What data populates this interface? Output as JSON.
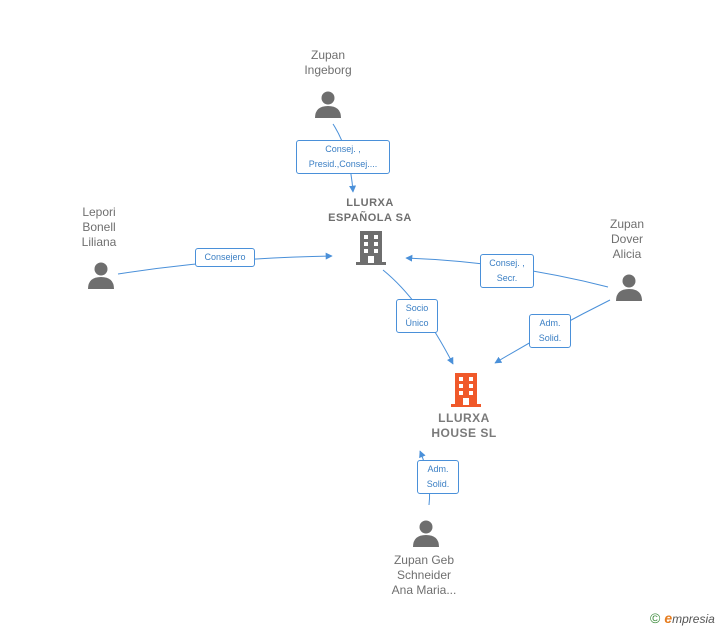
{
  "nodes": {
    "zupan_ingeborg": {
      "lines": [
        "Zupan",
        "Ingeborg"
      ]
    },
    "lepori": {
      "lines": [
        "Lepori",
        "Bonell",
        "Liliana"
      ]
    },
    "zupan_dover": {
      "lines": [
        "Zupan",
        "Dover",
        "Alicia"
      ]
    },
    "zupan_geb": {
      "lines": [
        "Zupan Geb",
        "Schneider",
        "Ana Maria..."
      ]
    },
    "llurxa_espanola": {
      "lines": [
        "LLURXA",
        "ESPAÑOLA SA"
      ]
    },
    "llurxa_house": {
      "lines": [
        "LLURXA",
        "HOUSE SL"
      ]
    }
  },
  "edges": {
    "ingeborg_espanola": {
      "lines": [
        "Consej. ,",
        "Presid.,Consej...."
      ]
    },
    "lepori_espanola": {
      "lines": [
        "Consejero"
      ]
    },
    "dover_espanola": {
      "lines": [
        "Consej. ,",
        "Secr."
      ]
    },
    "espanola_house": {
      "lines": [
        "Socio",
        "Único"
      ]
    },
    "dover_house": {
      "lines": [
        "Adm.",
        "Solid."
      ]
    },
    "geb_house": {
      "lines": [
        "Adm.",
        "Solid."
      ]
    }
  },
  "colors": {
    "person": "#6e6e6e",
    "company": "#6e6e6e",
    "company_main": "#f0592a",
    "edge": "#4a90d9"
  },
  "icons": {
    "person": "person-icon",
    "company": "building-icon"
  },
  "brand": {
    "copyright": "©",
    "e": "e",
    "rest": "mpresia"
  }
}
